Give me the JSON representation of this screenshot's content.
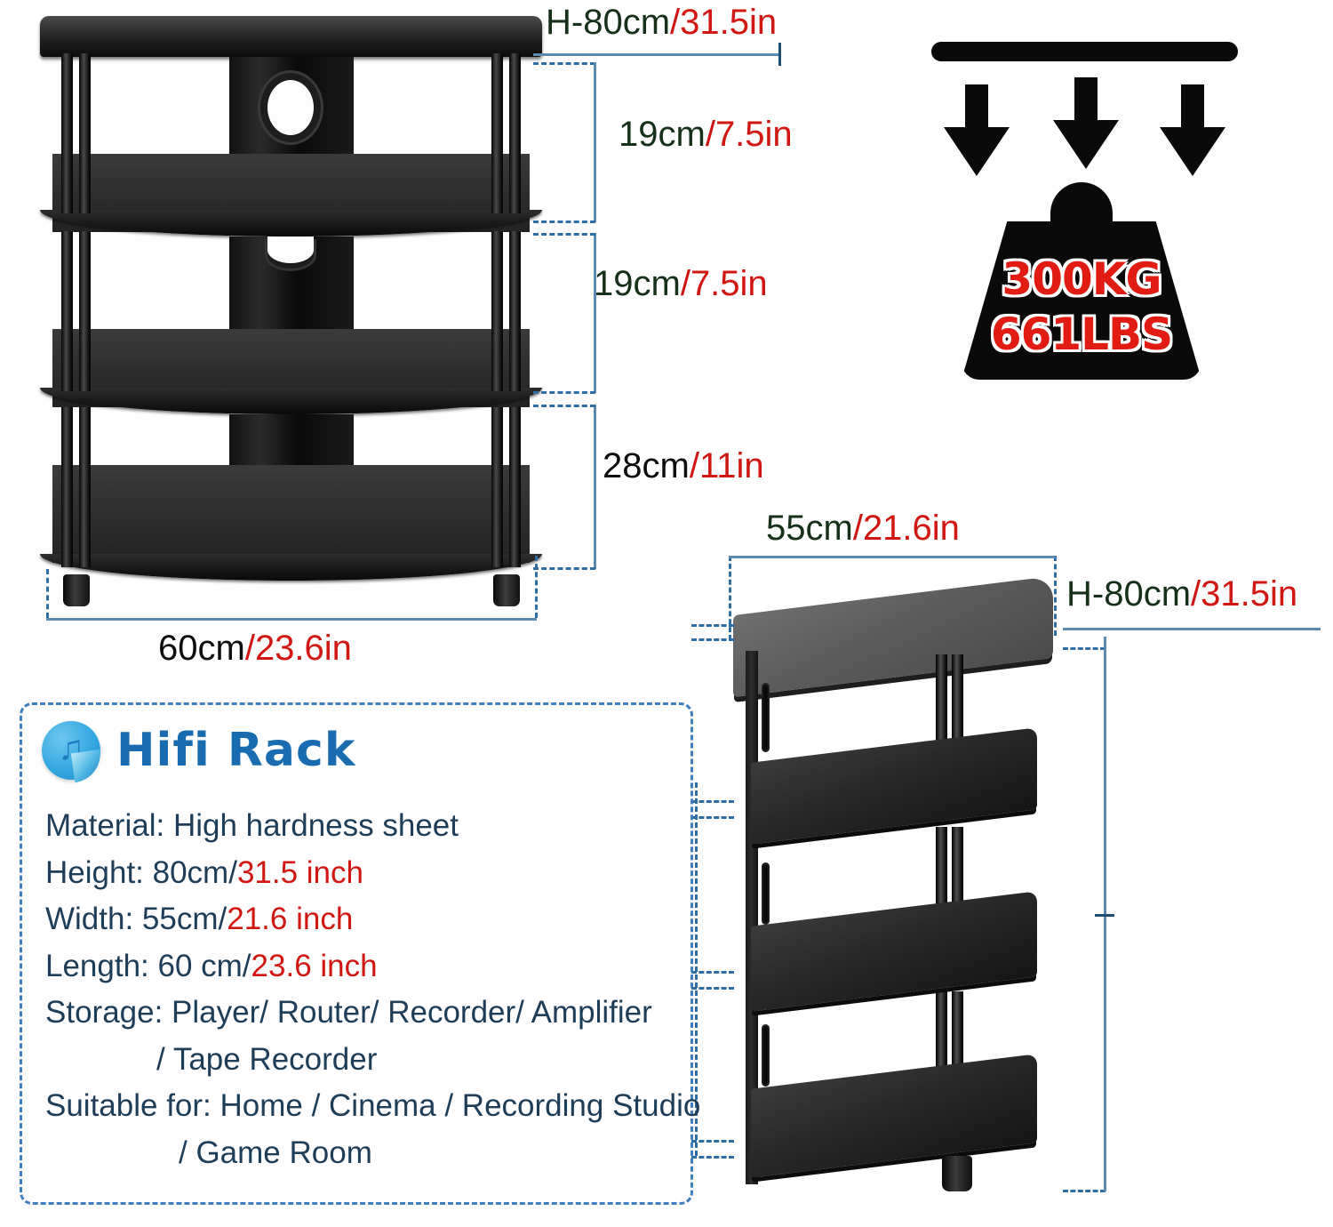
{
  "product": {
    "title": "Hifi Rack",
    "icon": "music-note-icon"
  },
  "dimensions": {
    "front_height": {
      "cm": "H-80cm",
      "slash": "/",
      "inch": "31.5in"
    },
    "tier1": {
      "cm": "19cm",
      "slash": "/",
      "inch": "7.5in"
    },
    "tier2": {
      "cm": "19cm",
      "slash": "/",
      "inch": "7.5in"
    },
    "tier3": {
      "cm": "28cm",
      "slash": "/",
      "inch": "11in"
    },
    "front_width": {
      "cm": "60cm",
      "slash": "/",
      "inch": "23.6in"
    },
    "side_depth": {
      "cm": "55cm",
      "slash": "/",
      "inch": "21.6in"
    },
    "side_height": {
      "cm": "H-80cm",
      "slash": "/",
      "inch": "31.5in"
    }
  },
  "load_capacity": {
    "kg": "300KG",
    "lbs": "661LBS"
  },
  "specs": [
    {
      "label": "Material: ",
      "value": "High hardness sheet",
      "red": ""
    },
    {
      "label": "Height: ",
      "value": "80cm/",
      "red": "31.5 inch"
    },
    {
      "label": "Width: ",
      "value": "55cm/",
      "red": "21.6 inch"
    },
    {
      "label": "Length: ",
      "value": "60 cm/",
      "red": "23.6 inch"
    },
    {
      "label": "Storage: ",
      "value": "Player/ Router/ Recorder/ Amplifier",
      "red": ""
    },
    {
      "label": "",
      "value": "/ Tape Recorder",
      "red": ""
    },
    {
      "label": "Suitable for: ",
      "value": "Home / Cinema / Recording Studio",
      "red": ""
    },
    {
      "label": "",
      "value": "/ Game Room",
      "red": ""
    }
  ],
  "colors": {
    "dimension_line": "#5b8bb0",
    "dashed_leader": "#2f6ea5",
    "inch_red": "#d01712",
    "cm_green": "#16301a",
    "title_blue": "#1a6cb0",
    "panel_border": "#3f7fc0",
    "spec_text": "#1d3d58",
    "product_black": "#141414"
  }
}
